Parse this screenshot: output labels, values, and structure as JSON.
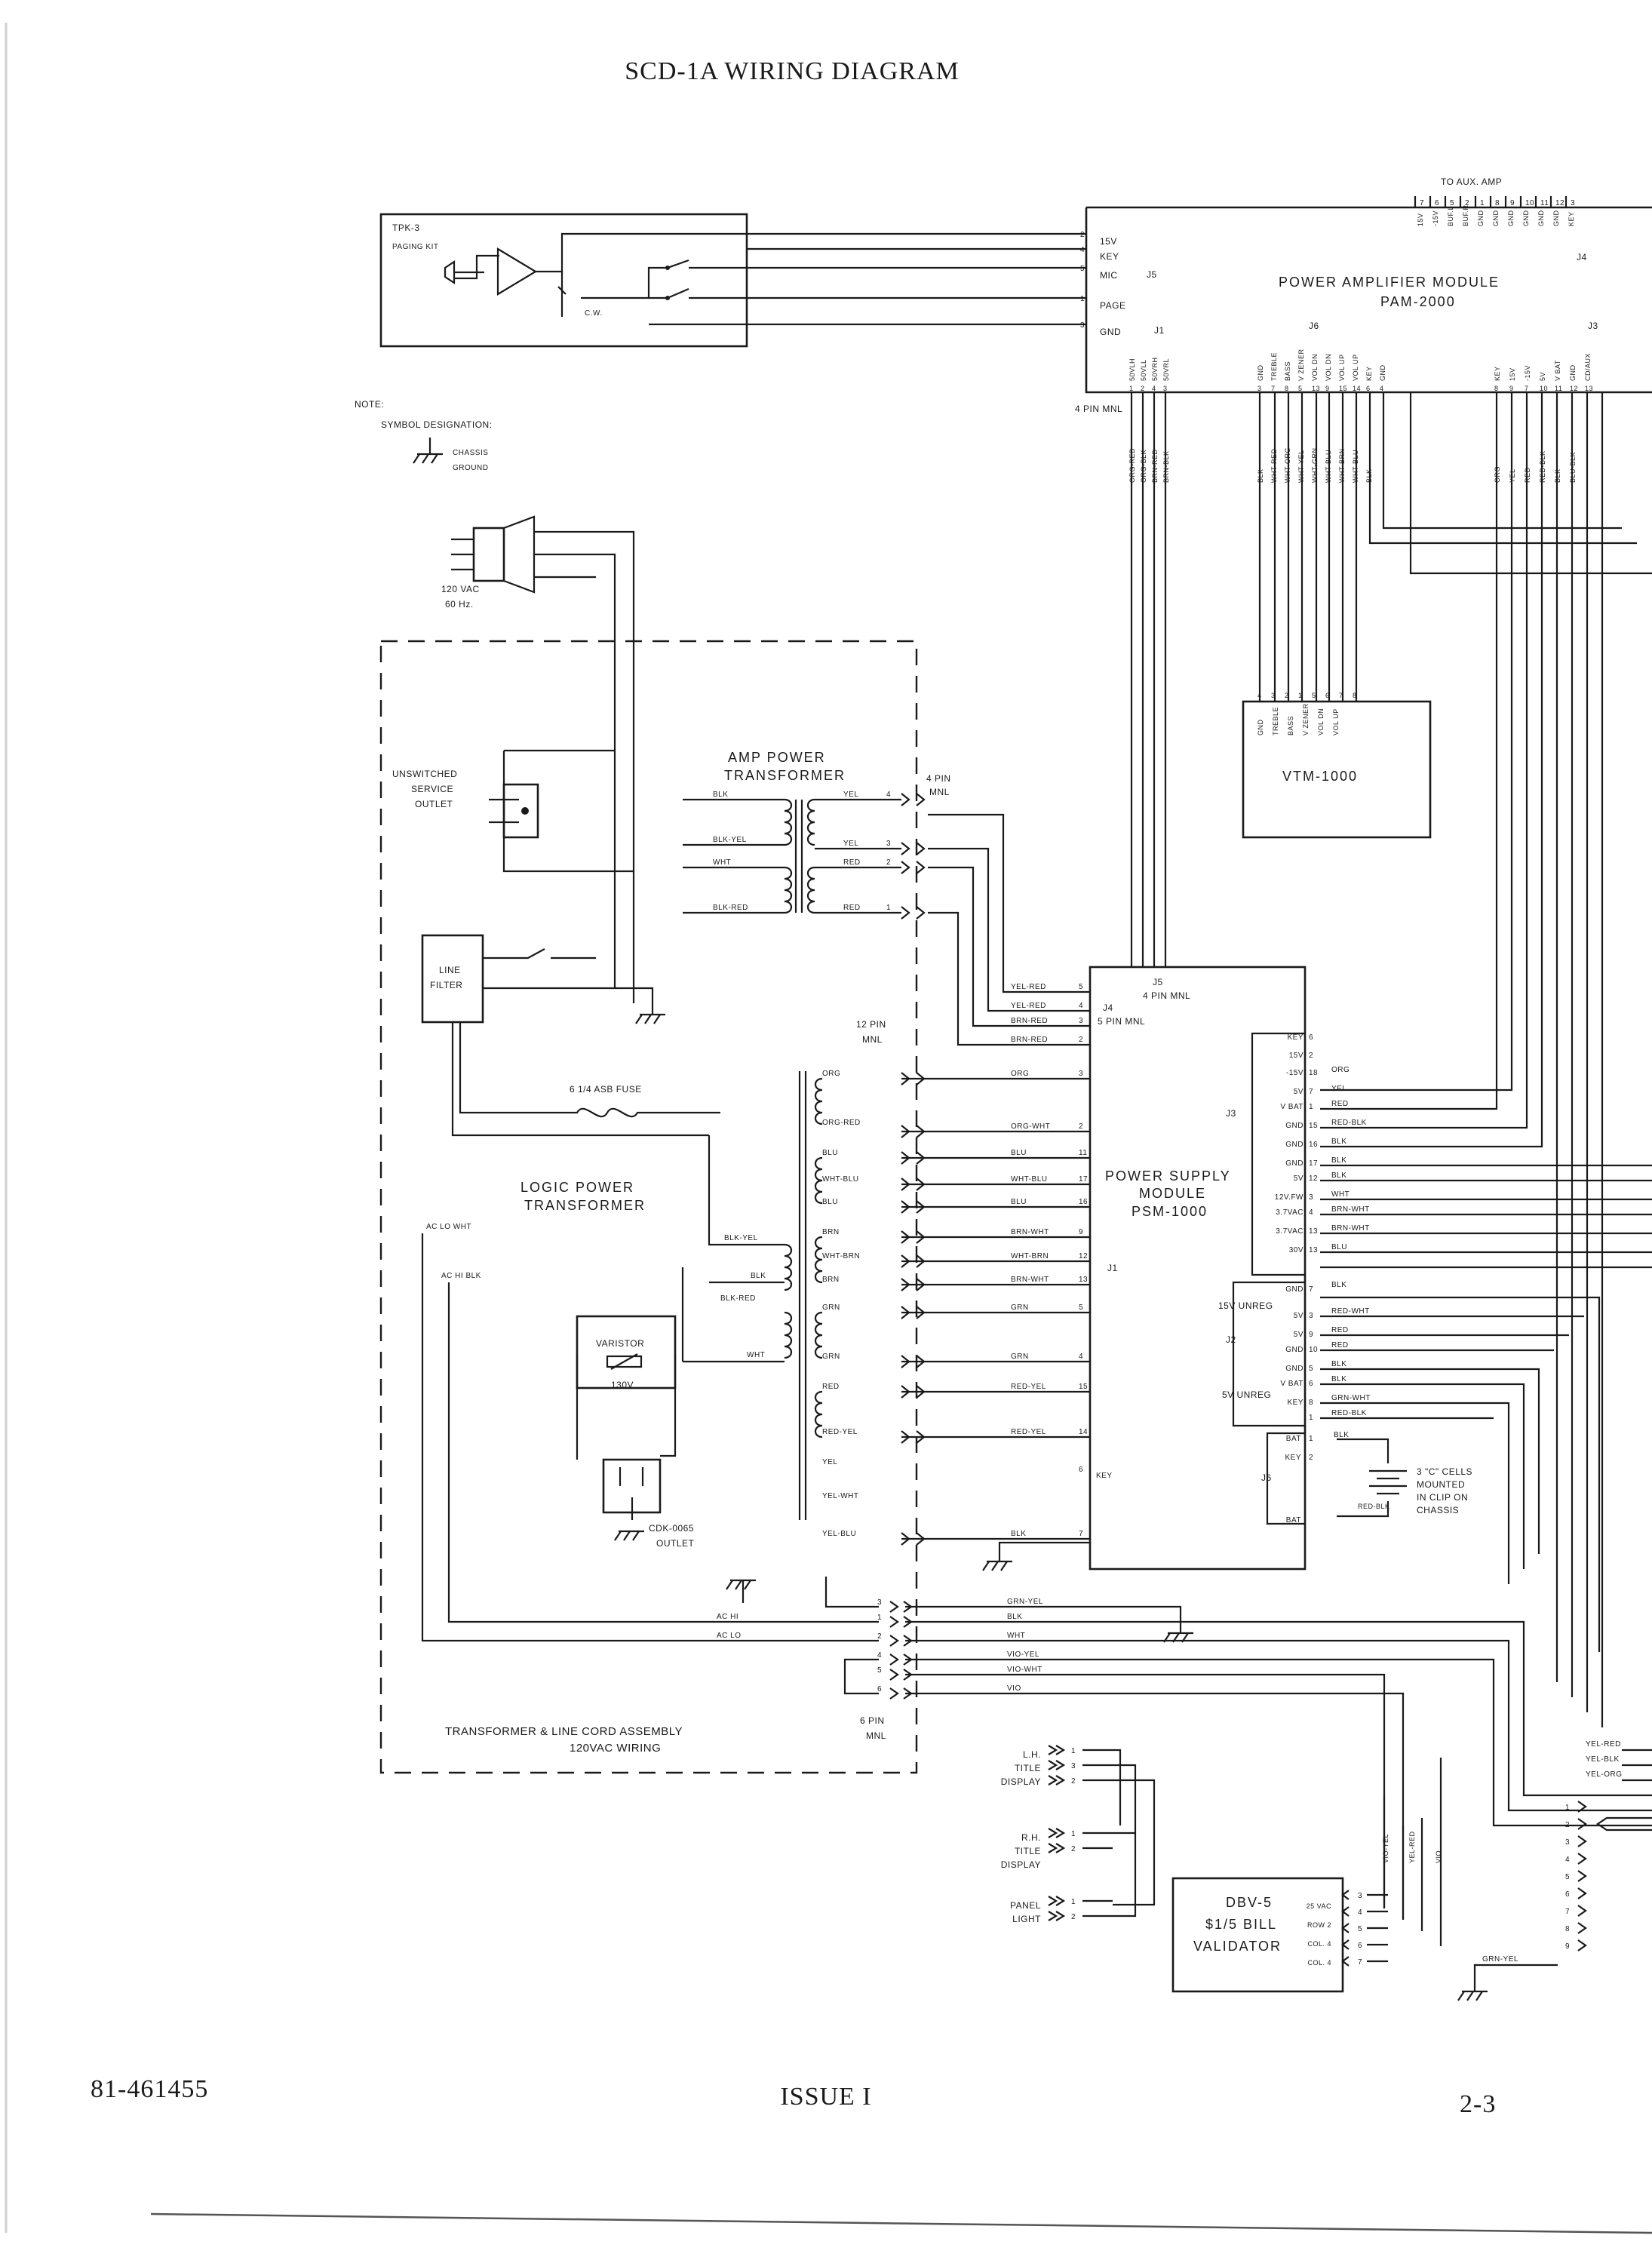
{
  "page": {
    "title": "SCD-1A WIRING DIAGRAM",
    "footer_left": "81-461455",
    "footer_center": "ISSUE I",
    "footer_right": "2-3"
  },
  "tpk3": {
    "name": "TPK-3",
    "sub": "PAGING KIT",
    "cw": "C.W."
  },
  "pam": {
    "name": "POWER AMPLIFIER MODULE",
    "model": "PAM-2000",
    "to_aux": "TO AUX. AMP",
    "j5_label": "J5",
    "j5_pins": [
      "2",
      "4",
      "5",
      "1",
      "3"
    ],
    "j5_signals": [
      "15V",
      "KEY",
      "MIC",
      "PAGE",
      "GND"
    ],
    "j1_label": "J1",
    "j1_pins": [
      "1",
      "2",
      "4",
      "3"
    ],
    "j1_signals": [
      "50VLH",
      "50VLL",
      "50VRH",
      "50VRL"
    ],
    "j6_label": "J6",
    "j6_pins": [
      "3",
      "7",
      "8",
      "5",
      "13",
      "9",
      "15",
      "14",
      "6",
      "4"
    ],
    "j6_signals": [
      "GND",
      "TREBLE",
      "BASS",
      "V ZENER",
      "VOL DN",
      "VOL DN",
      "VOL UP",
      "VOL UP",
      "KEY",
      "GND"
    ],
    "j3_label": "J3",
    "j3_pins": [
      "8",
      "9",
      "7",
      "10",
      "11",
      "12",
      "13"
    ],
    "j3_signals": [
      "KEY",
      "15V",
      "-15V",
      "5V",
      "V BAT",
      "GND",
      "CD/AUX"
    ],
    "j4_label": "J4",
    "j4_pins": [
      "7",
      "6",
      "5",
      "2",
      "1",
      "8",
      "9",
      "10",
      "11",
      "12",
      "3"
    ],
    "j4_signals": [
      "15V",
      "-15V",
      "BUF.L",
      "BUF.R",
      "GND",
      "GND",
      "GND",
      "GND",
      "GND",
      "GND",
      "KEY"
    ],
    "mnl_label": "4 PIN MNL",
    "j1_wires": [
      "ORG-RED",
      "ORG-BLK",
      "BRN-RED",
      "BRN-BLK"
    ],
    "j6_wires": [
      "BLK",
      "WHT-RED",
      "WHT-ORG",
      "WHT-YEL",
      "WHT-GRN",
      "WHT-BLU",
      "WHT-BRN",
      "WHT-BLU",
      "BLK"
    ],
    "j3_wires": [
      "ORG",
      "YEL",
      "RED",
      "RED-BLK",
      "BLK",
      "BLU-BLK"
    ]
  },
  "note": {
    "title": "NOTE:",
    "line": "SYMBOL DESIGNATION:",
    "sym1": "CHASSIS",
    "sym2": "GROUND"
  },
  "plug": {
    "line1": "120 VAC",
    "line2": "60 Hz."
  },
  "outlet": {
    "l1": "UNSWITCHED",
    "l2": "SERVICE",
    "l3": "OUTLET"
  },
  "filter": {
    "l1": "LINE",
    "l2": "FILTER"
  },
  "fuse": {
    "label": "6 1/4 ASB FUSE"
  },
  "amp_tx": {
    "l1": "AMP POWER",
    "l2": "TRANSFORMER",
    "pri": [
      "BLK",
      "BLK-YEL",
      "WHT",
      "BLK-RED"
    ],
    "sec": [
      "YEL",
      "YEL",
      "RED",
      "RED"
    ],
    "pins": [
      "4",
      "3",
      "2",
      "1"
    ],
    "mnl": [
      "4 PIN",
      "MNL"
    ]
  },
  "logic_tx": {
    "l1": "LOGIC POWER",
    "l2": "TRANSFORMER",
    "pri": [
      "AC LO WHT",
      "AC HI BLK",
      "BLK-YEL",
      "BLK",
      "BLK-RED",
      "WHT"
    ],
    "sec": [
      "ORG",
      "ORG-RED",
      "BLU",
      "WHT-BLU",
      "BLU",
      "BRN",
      "WHT-BRN",
      "BRN",
      "GRN",
      "GRN",
      "RED",
      "RED-YEL",
      "YEL",
      "YEL-WHT",
      "YEL-BLU"
    ],
    "mnl12": [
      "12 PIN",
      "MNL"
    ]
  },
  "varistor": {
    "label": "VARISTOR",
    "value": "130V"
  },
  "cdk": {
    "l1": "CDK-0065",
    "l2": "OUTLET"
  },
  "assembly": {
    "l1": "TRANSFORMER & LINE CORD ASSEMBLY",
    "l2": "120VAC WIRING"
  },
  "mnl6": {
    "l1": "6 PIN",
    "l2": "MNL",
    "pins": [
      "3",
      "1",
      "2",
      "4",
      "5",
      "6"
    ],
    "in": [
      "AC HI",
      "AC LO"
    ],
    "out": [
      "GRN-YEL",
      "BLK",
      "WHT",
      "VIO-YEL",
      "VIO-WHT",
      "VIO"
    ]
  },
  "psm": {
    "l1": "POWER SUPPLY",
    "l2": "MODULE",
    "l3": "PSM-1000",
    "j5": "J5",
    "j5_mnl": "4 PIN MNL",
    "j4": "J4",
    "j4_mnl": "5 PIN MNL",
    "j4_wires": [
      "YEL-RED",
      "YEL-RED",
      "BRN-RED",
      "BRN-RED"
    ],
    "j4_pins": [
      "5",
      "4",
      "3",
      "2"
    ],
    "j1": "J1",
    "j1_wires": [
      "ORG",
      "ORG-WHT",
      "BLU",
      "WHT-BLU",
      "BLU",
      "BRN-WHT",
      "WHT-BRN",
      "BRN-WHT",
      "GRN",
      "GRN",
      "RED-YEL",
      "RED-YEL",
      "KEY",
      "BLK"
    ],
    "j1_pins": [
      "3",
      "2",
      "11",
      "17",
      "16",
      "9",
      "12",
      "13",
      "5",
      "4",
      "15",
      "14",
      "6",
      "7"
    ],
    "j3": "J3",
    "j3_signals": [
      "KEY",
      "15V",
      "-15V",
      "5V",
      "V BAT",
      "GND",
      "GND",
      "GND",
      "5V",
      "12V.FW",
      "3.7VAC",
      "3.7VAC",
      "30V"
    ],
    "j3_pins": [
      "6",
      "2",
      "18",
      "7",
      "1",
      "15",
      "16",
      "17",
      "12",
      "3",
      "4",
      "13",
      "13"
    ],
    "j3_wires": [
      "ORG",
      "YEL",
      "RED",
      "RED-BLK",
      "BLK",
      "BLK",
      "BLK",
      "WHT",
      "BRN-WHT",
      "BRN-WHT",
      "BLU"
    ],
    "j2": "J2",
    "j2_group": [
      "15V UNREG",
      "5V UNREG"
    ],
    "j2_signals": [
      "GND",
      "5V",
      "5V",
      "GND",
      "GND",
      "V BAT",
      "KEY"
    ],
    "j2_pins": [
      "7",
      "3",
      "9",
      "10",
      "5",
      "6",
      "8",
      "1",
      "4"
    ],
    "j2_wires": [
      "BLK",
      "RED-WHT",
      "RED",
      "RED",
      "BLK",
      "BLK",
      "GRN-WHT",
      "RED-BLK"
    ],
    "j6": "J6",
    "j6_signals": [
      "BAT",
      "KEY",
      "BAT"
    ],
    "j6_pins": [
      "1",
      "2"
    ],
    "j6_wire": "BLK",
    "cells": [
      "3 \"C\" CELLS",
      "MOUNTED",
      "IN CLIP ON",
      "CHASSIS"
    ],
    "red_blk": "RED-BLK"
  },
  "vtm": {
    "name": "VTM-1000",
    "pins": [
      "4",
      "3",
      "2",
      "1",
      "5",
      "6",
      "7",
      "8"
    ],
    "signals": [
      "GND",
      "TREBLE",
      "BASS",
      "V ZENER",
      "VOL DN",
      "VOL UP"
    ]
  },
  "displays": {
    "lh": [
      "L.H.",
      "TITLE",
      "DISPLAY"
    ],
    "rh": [
      "R.H.",
      "TITLE",
      "DISPLAY"
    ],
    "panel": [
      "PANEL",
      "LIGHT"
    ],
    "pins3": [
      "1",
      "3",
      "2"
    ],
    "pins2": [
      "1",
      "2"
    ]
  },
  "dbv": {
    "l1": "DBV-5",
    "l2": "$1/5 BILL",
    "l3": "VALIDATOR",
    "sig": [
      "25 VAC",
      "ROW 2",
      "COL. 4",
      "COL. 4"
    ],
    "pins": [
      "3",
      "4",
      "5",
      "6",
      "7"
    ],
    "wires": [
      "VIO-YEL",
      "YEL-RED",
      "VIO"
    ]
  },
  "right_edge": {
    "wires": [
      "YEL-RED",
      "YEL-BLK",
      "YEL-ORG"
    ],
    "pins": [
      "1",
      "2",
      "3",
      "4",
      "5",
      "6",
      "7",
      "8",
      "9"
    ],
    "grn": "GRN-YEL"
  }
}
